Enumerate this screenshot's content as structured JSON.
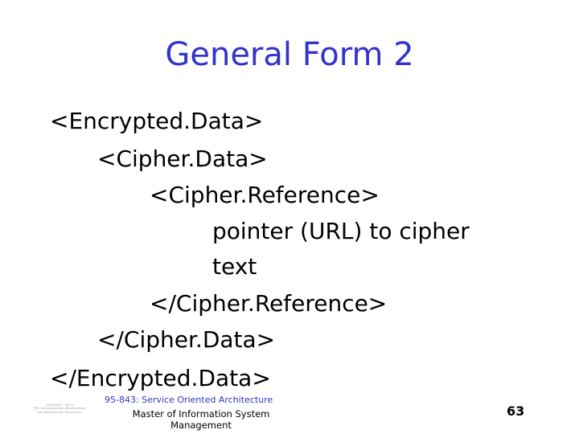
{
  "slide": {
    "title": "General Form 2",
    "body_lines": [
      "<Encrypted.Data>",
      "<Cipher.Data>",
      "<Cipher.Reference>",
      "pointer (URL) to cipher",
      "text",
      "</Cipher.Reference>",
      "</Cipher.Data>",
      "</Encrypted.Data>"
    ]
  },
  "footer": {
    "course": "95-843: Service Oriented Architecture",
    "program_line1": "Master of Information System",
    "program_line2": "Management",
    "page_number": "63"
  },
  "placeholder_picture": {
    "line1": "QuickTime™ and a",
    "line2": "TIFF (Uncompressed) decompressor",
    "line3": "are needed to see this picture."
  }
}
